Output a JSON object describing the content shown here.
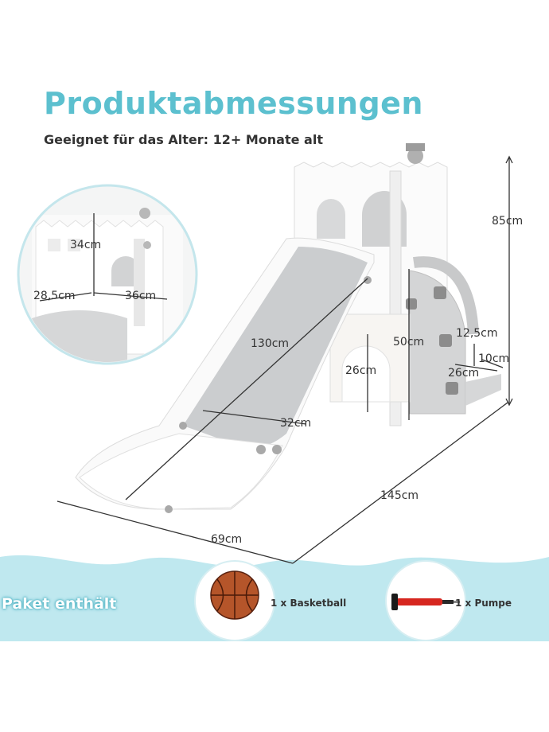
{
  "header": {
    "title": "Produktabmessungen",
    "subtitle": "Geeignet für das Alter: 12+ Monate alt"
  },
  "dimensions": {
    "tower_height": "85cm",
    "inset_height": "34cm",
    "inset_depth": "28,5cm",
    "inset_width": "36cm",
    "slide_length": "130cm",
    "slide_width": "32cm",
    "arch_height": "26cm",
    "ladder_height": "50cm",
    "step_height": "12,5cm",
    "step_rise": "10cm",
    "step_depth": "26cm",
    "total_length": "145cm",
    "total_width": "69cm"
  },
  "package": {
    "label": "Paket enthält",
    "items": [
      {
        "name": "1 x Basketball",
        "icon": "basketball-icon"
      },
      {
        "name": "1 x Pumpe",
        "icon": "pump-icon"
      }
    ]
  },
  "colors": {
    "accent": "#5cc0cf",
    "band": "#bfe8ef",
    "wave": "#ffffff",
    "slide_gray": "#c9cbcd",
    "body_white": "#f7f7f5"
  }
}
